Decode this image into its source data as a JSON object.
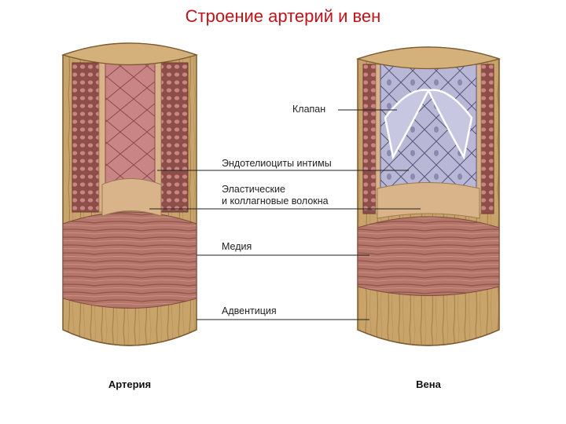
{
  "title": "Строение артерий и вен",
  "labels": {
    "valve": "Клапан",
    "endothelium": "Эндотелиоциты интимы",
    "fibers_line1": "Эластические",
    "fibers_line2": "и коллагновые волокна",
    "media": "Медия",
    "adventitia": "Адвентиция"
  },
  "captions": {
    "artery": "Артерия",
    "vein": "Вена"
  },
  "colors": {
    "title": "#c0141a",
    "adventitia": "#c9a46a",
    "adventitia_dark": "#8a6a3a",
    "media": "#b5766a",
    "media_dark": "#7d4a40",
    "elastic": "#d9b48a",
    "artery_lumen": "#c98585",
    "vein_lumen": "#b8b8d6",
    "vein_cell_line": "#55557a",
    "artery_cell_line": "#8a4a4a"
  }
}
